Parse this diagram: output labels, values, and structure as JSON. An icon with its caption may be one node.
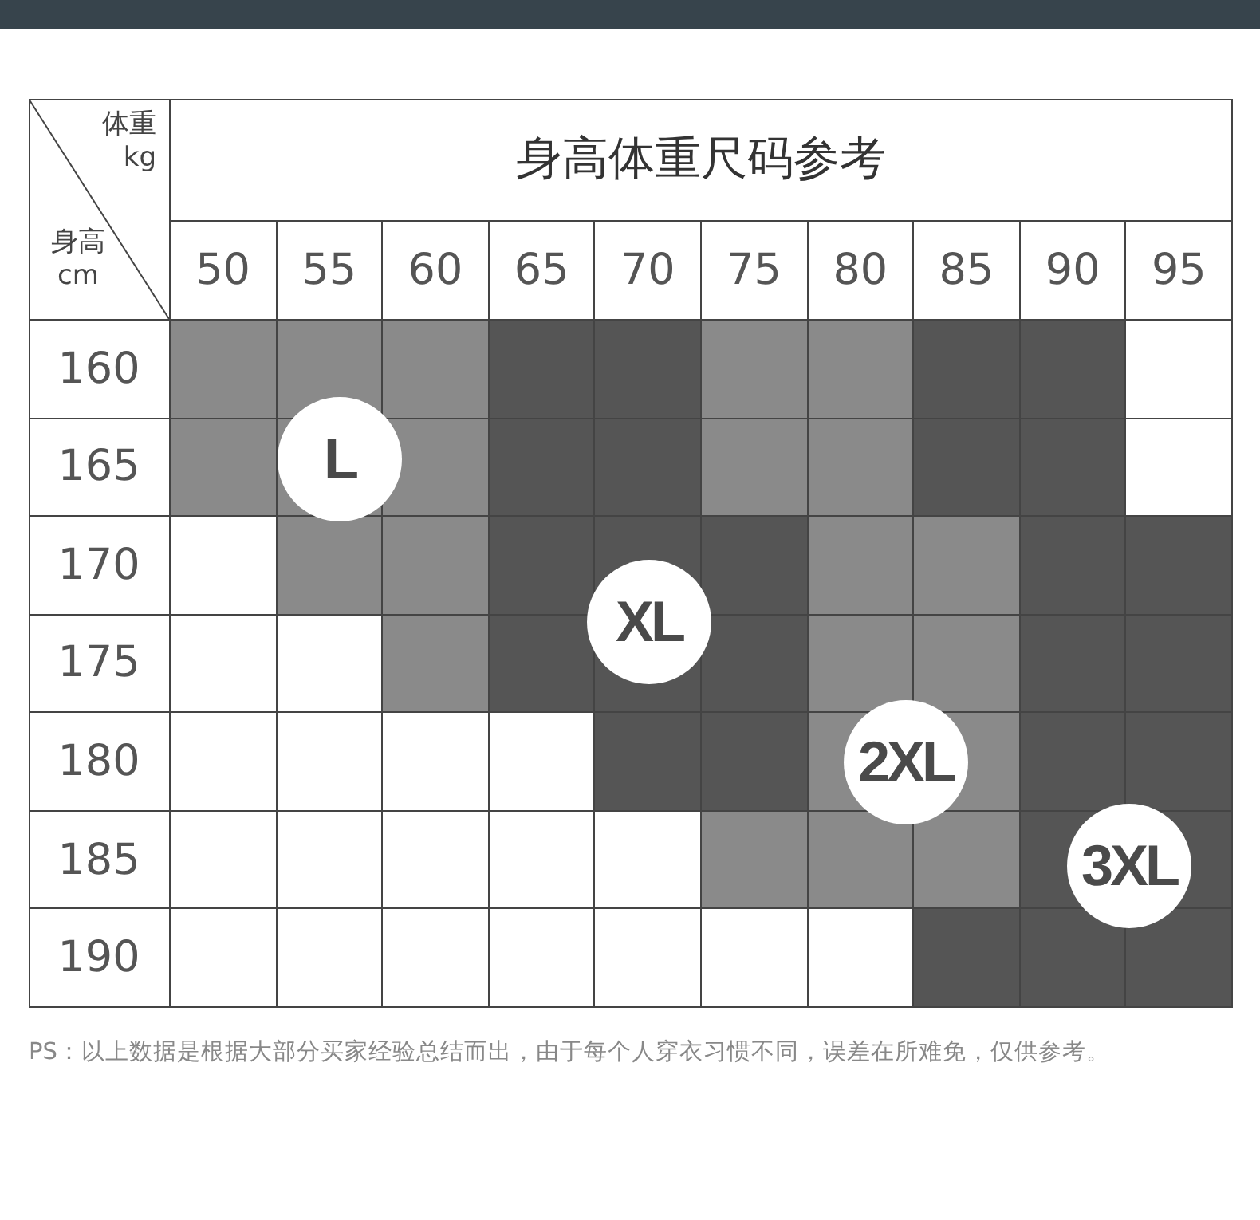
{
  "diagram": {
    "title": "身高体重尺码参考",
    "caption": "PS：以上数据是根据大部分买家经验总结而出，由于每个人穿衣习惯不同，误差在所难免，仅供参考。",
    "nodes": [
      {
        "text": [],
        "shape": "bar"
      },
      {
        "text": [
          "L"
        ]
      },
      {
        "text": [
          "XL"
        ]
      },
      {
        "text": [
          "2XL"
        ]
      },
      {
        "text": [
          "3XL"
        ]
      }
    ],
    "labels": [
      "体重 kg",
      "身高 cm",
      "50",
      "55",
      "60",
      "65",
      "70",
      "75",
      "80",
      "85",
      "90",
      "95",
      "160",
      "165",
      "170",
      "175",
      "180",
      "185",
      "190"
    ]
  }
}
